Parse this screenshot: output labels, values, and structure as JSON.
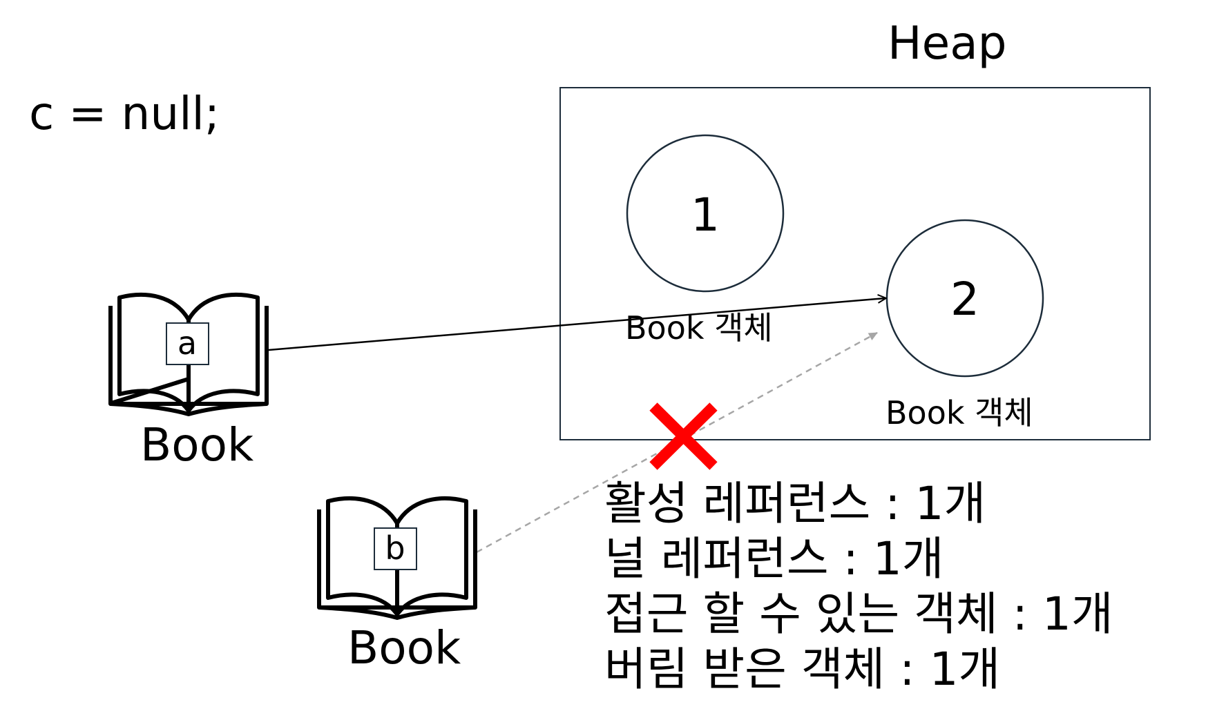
{
  "code": {
    "line": "c = null;"
  },
  "heap": {
    "title": "Heap"
  },
  "objects": [
    {
      "number": "1",
      "label": "Book 객체"
    },
    {
      "number": "2",
      "label": "Book 객체"
    }
  ],
  "references": [
    {
      "variable": "a",
      "type_label": "Book",
      "status": "active"
    },
    {
      "variable": "b",
      "type_label": "Book",
      "status": "null"
    }
  ],
  "stats": [
    "활성 레퍼런스 : 1개",
    "널 레퍼런스 : 1개",
    "접근 할 수 있는 객체 : 1개",
    "버림 받은 객체 : 1개"
  ],
  "colors": {
    "active_arrow": "#000000",
    "null_arrow": "#a6a6a6",
    "cross": "#ff0000",
    "outline": "#1c2c3a"
  },
  "icons": [
    "open-book-icon",
    "cross-mark-icon"
  ]
}
